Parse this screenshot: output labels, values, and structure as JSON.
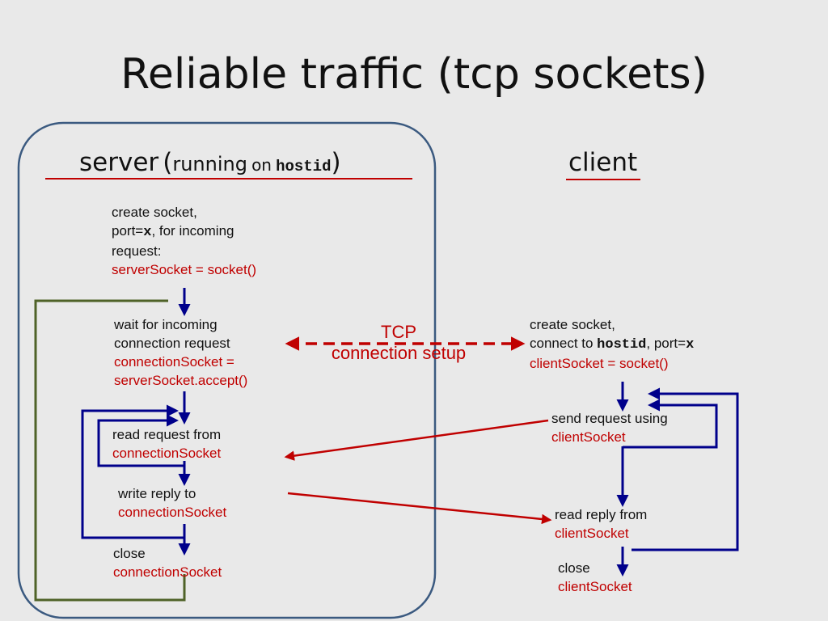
{
  "title": "Reliable traffic (tcp sockets)",
  "server_header": {
    "word": "server",
    "running": "running",
    "on": "on",
    "host": "hostid"
  },
  "client_header": "client",
  "server": {
    "create": {
      "l1": "create socket,",
      "l2a": "port=",
      "l2b": "x",
      "l2c": ", for incoming",
      "l3": "request:",
      "code": "serverSocket = socket()"
    },
    "wait": {
      "l1": "wait for incoming",
      "l2": "connection request",
      "code1": "connectionSocket =",
      "code2": "serverSocket.accept()"
    },
    "read": {
      "l1": "read request from",
      "code": "connectionSocket"
    },
    "write": {
      "l1": "write reply to",
      "code": "connectionSocket"
    },
    "close": {
      "l1": "close",
      "code": "connectionSocket"
    }
  },
  "tcp_label": {
    "l1": "TCP",
    "l2": "connection setup"
  },
  "client": {
    "create": {
      "l1": "create socket,",
      "l2a": "connect to ",
      "l2b": "hostid",
      "l2c": ", port=",
      "l2d": "x",
      "code": "clientSocket = socket()"
    },
    "send": {
      "l1": "send request using",
      "code": "clientSocket"
    },
    "read": {
      "l1": "read reply from",
      "code": "clientSocket"
    },
    "close": {
      "l1": "close",
      "code": "clientSocket"
    }
  },
  "colors": {
    "flow_arrow": "#00008b",
    "message_arrow": "#c00000",
    "loop_outer": "#4f6228",
    "server_box": "#3b5a80",
    "underline": "#c00000"
  }
}
